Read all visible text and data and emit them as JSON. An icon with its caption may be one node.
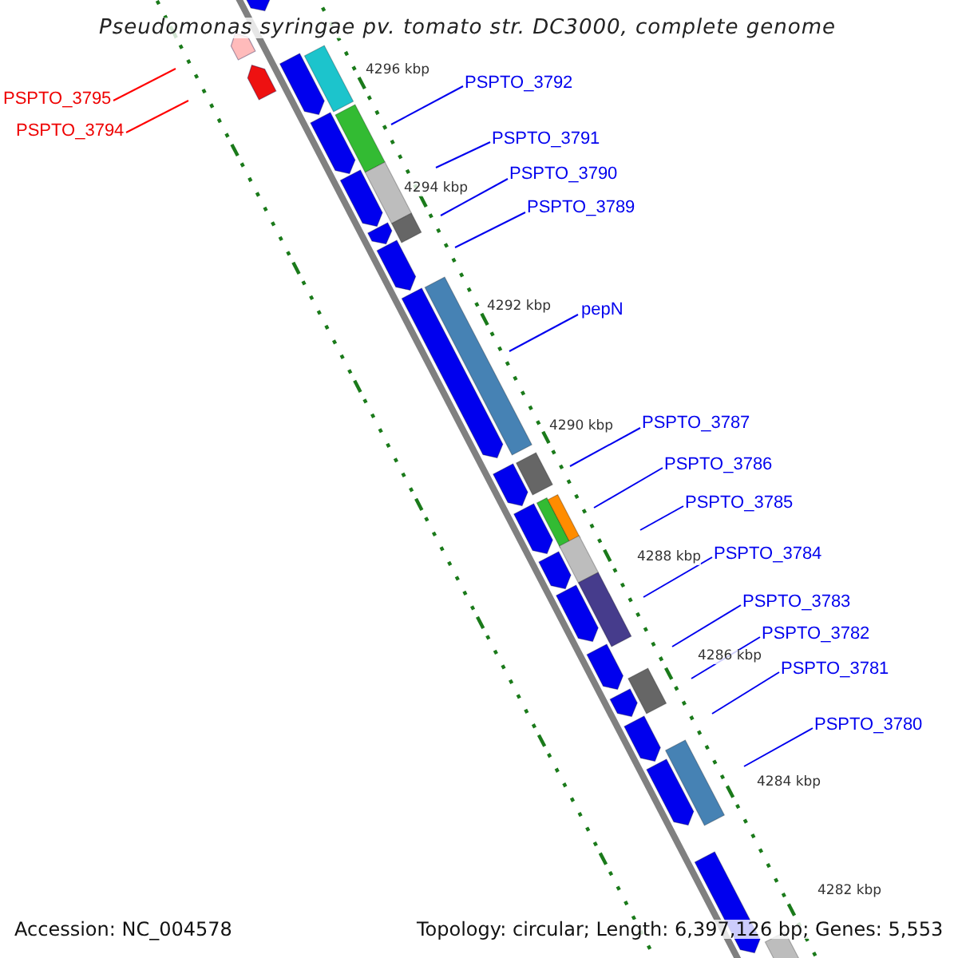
{
  "diagram": {
    "title": "Pseudomonas syringae pv. tomato str. DC3000, complete genome",
    "nodes": [
      {
        "text": [
          "PSPTO_3795"
        ]
      },
      {
        "text": [
          "PSPTO_3794"
        ]
      },
      {
        "text": [
          "PSPTO_3792"
        ]
      },
      {
        "text": [
          "PSPTO_3791"
        ]
      },
      {
        "text": [
          "PSPTO_3790"
        ]
      },
      {
        "text": [
          "PSPTO_3789"
        ]
      },
      {
        "text": [
          "pepN"
        ]
      },
      {
        "text": [
          "PSPTO_3787"
        ]
      },
      {
        "text": [
          "PSPTO_3786"
        ]
      },
      {
        "text": [
          "PSPTO_3785"
        ]
      },
      {
        "text": [
          "PSPTO_3784"
        ]
      },
      {
        "text": [
          "PSPTO_3783"
        ]
      },
      {
        "text": [
          "PSPTO_3782"
        ]
      },
      {
        "text": [
          "PSPTO_3781"
        ]
      },
      {
        "text": [
          "PSPTO_3780"
        ]
      }
    ],
    "edges": [
      {
        "from": 0,
        "to": null,
        "arrow": "none",
        "color": "#ff0000"
      },
      {
        "from": 1,
        "to": null,
        "arrow": "none",
        "color": "#ff0000"
      },
      {
        "from": 2,
        "to": null,
        "arrow": "none"
      },
      {
        "from": 3,
        "to": null,
        "arrow": "none"
      },
      {
        "from": 4,
        "to": null,
        "arrow": "none"
      },
      {
        "from": 5,
        "to": null,
        "arrow": "none"
      },
      {
        "from": 6,
        "to": null,
        "arrow": "none"
      },
      {
        "from": 7,
        "to": null,
        "arrow": "none"
      },
      {
        "from": 8,
        "to": null,
        "arrow": "none"
      },
      {
        "from": 9,
        "to": null,
        "arrow": "none"
      },
      {
        "from": 10,
        "to": null,
        "arrow": "none"
      },
      {
        "from": 11,
        "to": null,
        "arrow": "none"
      },
      {
        "from": 12,
        "to": null,
        "arrow": "none"
      },
      {
        "from": 13,
        "to": null,
        "arrow": "none"
      },
      {
        "from": 14,
        "to": null,
        "arrow": "none"
      }
    ],
    "labels": [
      "4296 kbp",
      "4294 kbp",
      "4292 kbp",
      "4290 kbp",
      "4288 kbp",
      "4286 kbp",
      "4284 kbp",
      "4282 kbp",
      "Accession: NC_004578",
      "Topology: circular; Length: 6,397,126 bp; Genes: 5,553"
    ]
  }
}
